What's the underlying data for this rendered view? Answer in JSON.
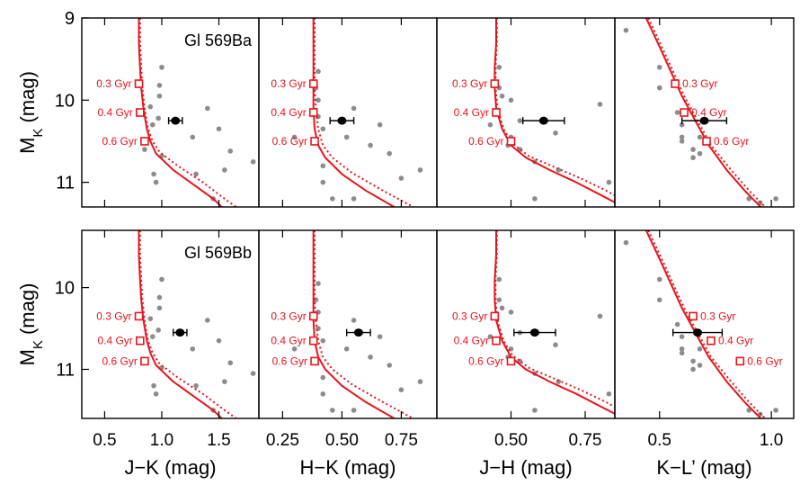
{
  "chart_data": {
    "type": "scatter",
    "colors": {
      "model": "#e8141c",
      "field": "#8c8c8c",
      "target": "#000000"
    },
    "y_axis": {
      "label_main": "M",
      "label_sub": "K",
      "label_unit": "(mag)"
    },
    "rows": [
      {
        "name": "Gl 569Ba",
        "ylim": [
          9,
          11.3
        ],
        "yticks": [
          9,
          10,
          11
        ],
        "target_mk": 10.25
      },
      {
        "name": "Gl 569Bb",
        "ylim": [
          9.3,
          11.6
        ],
        "yticks": [
          10,
          11
        ],
        "target_mk": 10.55
      }
    ],
    "columns": [
      {
        "xlabel": "J−K (mag)",
        "xlim": [
          0.3,
          1.85
        ],
        "xticks": [
          0.5,
          1.0,
          1.5
        ],
        "xtick_labels": [
          "0.5",
          "1.0",
          "1.5"
        ],
        "targets": [
          {
            "x": 1.12,
            "xerr": 0.06
          },
          {
            "x": 1.16,
            "xerr": 0.06
          }
        ],
        "field": [
          [
            1.0,
            9.6
          ],
          [
            0.98,
            9.82
          ],
          [
            0.98,
            9.95
          ],
          [
            0.97,
            10.22
          ],
          [
            0.9,
            10.08
          ],
          [
            0.92,
            10.3
          ],
          [
            0.85,
            10.6
          ],
          [
            1.0,
            10.68
          ],
          [
            1.27,
            10.45
          ],
          [
            1.4,
            10.1
          ],
          [
            1.5,
            10.35
          ],
          [
            1.6,
            10.62
          ],
          [
            1.55,
            10.85
          ],
          [
            1.8,
            10.75
          ],
          [
            0.93,
            10.9
          ],
          [
            0.95,
            11.0
          ],
          [
            1.3,
            10.9
          ],
          [
            1.45,
            11.2
          ]
        ],
        "isochrones": [
          {
            "style": "solid",
            "points": [
              [
                0.8,
                9.0
              ],
              [
                0.8,
                9.3
              ],
              [
                0.81,
                9.6
              ],
              [
                0.82,
                9.85
              ],
              [
                0.84,
                10.1
              ],
              [
                0.87,
                10.35
              ],
              [
                0.9,
                10.5
              ],
              [
                0.95,
                10.65
              ],
              [
                1.1,
                10.85
              ],
              [
                1.3,
                11.05
              ],
              [
                1.45,
                11.2
              ],
              [
                1.6,
                11.4
              ]
            ]
          },
          {
            "style": "dotted",
            "points": [
              [
                0.81,
                9.0
              ],
              [
                0.81,
                9.3
              ],
              [
                0.82,
                9.6
              ],
              [
                0.83,
                9.85
              ],
              [
                0.85,
                10.1
              ],
              [
                0.88,
                10.35
              ],
              [
                0.92,
                10.5
              ],
              [
                0.98,
                10.63
              ],
              [
                1.14,
                10.8
              ],
              [
                1.36,
                11.0
              ],
              [
                1.55,
                11.2
              ],
              [
                1.75,
                11.4
              ]
            ]
          }
        ],
        "ages": [
          {
            "label": "0.3 Gyr",
            "x": 0.8,
            "mk": [
              9.8,
              10.35
            ],
            "side": "left"
          },
          {
            "label": "0.4 Gyr",
            "x": 0.81,
            "mk": [
              10.15,
              10.65
            ],
            "side": "left"
          },
          {
            "label": "0.6 Gyr",
            "x": 0.85,
            "mk": [
              10.5,
              10.9
            ],
            "side": "left"
          }
        ]
      },
      {
        "xlabel": "H−K (mag)",
        "xlim": [
          0.15,
          0.9
        ],
        "xticks": [
          0.25,
          0.5,
          0.75
        ],
        "xtick_labels": [
          "0.25",
          "0.50",
          "0.75"
        ],
        "targets": [
          {
            "x": 0.5,
            "xerr": 0.05
          },
          {
            "x": 0.57,
            "xerr": 0.05
          }
        ],
        "field": [
          [
            0.4,
            9.65
          ],
          [
            0.39,
            9.85
          ],
          [
            0.4,
            10.0
          ],
          [
            0.4,
            10.2
          ],
          [
            0.42,
            10.35
          ],
          [
            0.3,
            10.45
          ],
          [
            0.52,
            10.45
          ],
          [
            0.55,
            10.1
          ],
          [
            0.62,
            10.55
          ],
          [
            0.66,
            10.3
          ],
          [
            0.7,
            10.65
          ],
          [
            0.83,
            10.85
          ],
          [
            0.42,
            10.8
          ],
          [
            0.42,
            11.0
          ],
          [
            0.75,
            10.95
          ],
          [
            0.55,
            11.2
          ],
          [
            0.46,
            11.2
          ]
        ],
        "isochrones": [
          {
            "style": "solid",
            "points": [
              [
                0.38,
                9.0
              ],
              [
                0.38,
                9.3
              ],
              [
                0.38,
                9.6
              ],
              [
                0.38,
                9.85
              ],
              [
                0.38,
                10.1
              ],
              [
                0.385,
                10.35
              ],
              [
                0.4,
                10.55
              ],
              [
                0.43,
                10.7
              ],
              [
                0.5,
                10.9
              ],
              [
                0.6,
                11.1
              ],
              [
                0.75,
                11.35
              ],
              [
                0.9,
                11.55
              ]
            ]
          },
          {
            "style": "dotted",
            "points": [
              [
                0.385,
                9.0
              ],
              [
                0.385,
                9.3
              ],
              [
                0.385,
                9.6
              ],
              [
                0.385,
                9.85
              ],
              [
                0.39,
                10.1
              ],
              [
                0.4,
                10.35
              ],
              [
                0.42,
                10.55
              ],
              [
                0.46,
                10.7
              ],
              [
                0.54,
                10.88
              ],
              [
                0.66,
                11.08
              ],
              [
                0.8,
                11.3
              ],
              [
                0.9,
                11.45
              ]
            ]
          }
        ],
        "ages": [
          {
            "label": "0.3 Gyr",
            "x": 0.38,
            "mk": [
              9.8,
              10.35
            ],
            "side": "left"
          },
          {
            "label": "0.4 Gyr",
            "x": 0.38,
            "mk": [
              10.15,
              10.65
            ],
            "side": "left"
          },
          {
            "label": "0.6 Gyr",
            "x": 0.385,
            "mk": [
              10.5,
              10.9
            ],
            "side": "left"
          }
        ]
      },
      {
        "xlabel": "J−H (mag)",
        "xlim": [
          0.25,
          0.85
        ],
        "xticks": [
          0.5,
          0.75
        ],
        "xtick_labels": [
          "0.50",
          "0.75"
        ],
        "targets": [
          {
            "x": 0.61,
            "xerr": 0.07
          },
          {
            "x": 0.58,
            "xerr": 0.07
          }
        ],
        "field": [
          [
            0.46,
            9.6
          ],
          [
            0.46,
            9.85
          ],
          [
            0.47,
            9.95
          ],
          [
            0.5,
            10.0
          ],
          [
            0.53,
            10.25
          ],
          [
            0.43,
            10.3
          ],
          [
            0.5,
            10.45
          ],
          [
            0.65,
            10.4
          ],
          [
            0.66,
            10.85
          ],
          [
            0.8,
            10.05
          ],
          [
            0.83,
            11.0
          ],
          [
            0.58,
            10.75
          ],
          [
            0.58,
            11.2
          ],
          [
            0.53,
            10.6
          ],
          [
            0.49,
            10.55
          ]
        ],
        "isochrones": [
          {
            "style": "solid",
            "points": [
              [
                0.45,
                9.0
              ],
              [
                0.45,
                9.3
              ],
              [
                0.445,
                9.6
              ],
              [
                0.445,
                9.85
              ],
              [
                0.45,
                10.1
              ],
              [
                0.47,
                10.35
              ],
              [
                0.5,
                10.55
              ],
              [
                0.55,
                10.7
              ],
              [
                0.63,
                10.85
              ],
              [
                0.72,
                11.0
              ],
              [
                0.8,
                11.15
              ],
              [
                0.88,
                11.3
              ]
            ]
          },
          {
            "style": "dotted",
            "points": [
              [
                0.452,
                9.0
              ],
              [
                0.452,
                9.3
              ],
              [
                0.448,
                9.6
              ],
              [
                0.448,
                9.85
              ],
              [
                0.455,
                10.1
              ],
              [
                0.475,
                10.35
              ],
              [
                0.505,
                10.53
              ],
              [
                0.56,
                10.68
              ],
              [
                0.65,
                10.82
              ],
              [
                0.74,
                10.96
              ],
              [
                0.82,
                11.1
              ],
              [
                0.88,
                11.22
              ]
            ]
          }
        ],
        "ages": [
          {
            "label": "0.3 Gyr",
            "x": 0.445,
            "mk": [
              9.8,
              10.35
            ],
            "side": "left"
          },
          {
            "label": "0.4 Gyr",
            "x": 0.45,
            "mk": [
              10.15,
              10.65
            ],
            "side": "left"
          },
          {
            "label": "0.6 Gyr",
            "x": 0.5,
            "mk": [
              10.5,
              10.9
            ],
            "side": "left"
          }
        ]
      },
      {
        "xlabel": "K−L’ (mag)",
        "xlim": [
          0.3,
          1.1
        ],
        "xticks": [
          0.5,
          1.0
        ],
        "xtick_labels": [
          "0.5",
          "1.0"
        ],
        "targets": [
          {
            "x": 0.7,
            "xerr": 0.1
          },
          {
            "x": 0.67,
            "xerr": 0.11
          }
        ],
        "field": [
          [
            0.35,
            9.15
          ],
          [
            0.5,
            9.6
          ],
          [
            0.5,
            9.85
          ],
          [
            0.58,
            10.15
          ],
          [
            0.6,
            10.3
          ],
          [
            0.6,
            10.45
          ],
          [
            0.6,
            10.5
          ],
          [
            0.65,
            10.6
          ],
          [
            0.65,
            10.7
          ],
          [
            0.68,
            10.65
          ],
          [
            0.68,
            10.45
          ],
          [
            0.9,
            11.2
          ],
          [
            0.95,
            11.25
          ],
          [
            1.02,
            11.2
          ],
          [
            1.05,
            11.35
          ],
          [
            1.08,
            11.55
          ]
        ],
        "isochrones": [
          {
            "style": "solid",
            "points": [
              [
                0.44,
                9.0
              ],
              [
                0.5,
                9.35
              ],
              [
                0.55,
                9.65
              ],
              [
                0.6,
                9.95
              ],
              [
                0.66,
                10.25
              ],
              [
                0.72,
                10.55
              ],
              [
                0.8,
                10.85
              ],
              [
                0.88,
                11.1
              ],
              [
                0.97,
                11.35
              ],
              [
                1.1,
                11.6
              ]
            ]
          },
          {
            "style": "dotted",
            "points": [
              [
                0.45,
                9.0
              ],
              [
                0.51,
                9.35
              ],
              [
                0.56,
                9.65
              ],
              [
                0.61,
                9.95
              ],
              [
                0.67,
                10.25
              ],
              [
                0.73,
                10.55
              ],
              [
                0.82,
                10.85
              ],
              [
                0.9,
                11.1
              ],
              [
                0.99,
                11.35
              ],
              [
                1.1,
                11.58
              ]
            ]
          }
        ],
        "ages": [
          {
            "label": "0.3 Gyr",
            "x": [
              0.57,
              0.65
            ],
            "mk": [
              9.8,
              10.35
            ],
            "side": "right"
          },
          {
            "label": "0.4 Gyr",
            "x": [
              0.61,
              0.73
            ],
            "mk": [
              10.15,
              10.65
            ],
            "side": "right"
          },
          {
            "label": "0.6 Gyr",
            "x": [
              0.71,
              0.86
            ],
            "mk": [
              10.5,
              10.9
            ],
            "side": "right"
          }
        ]
      }
    ]
  }
}
